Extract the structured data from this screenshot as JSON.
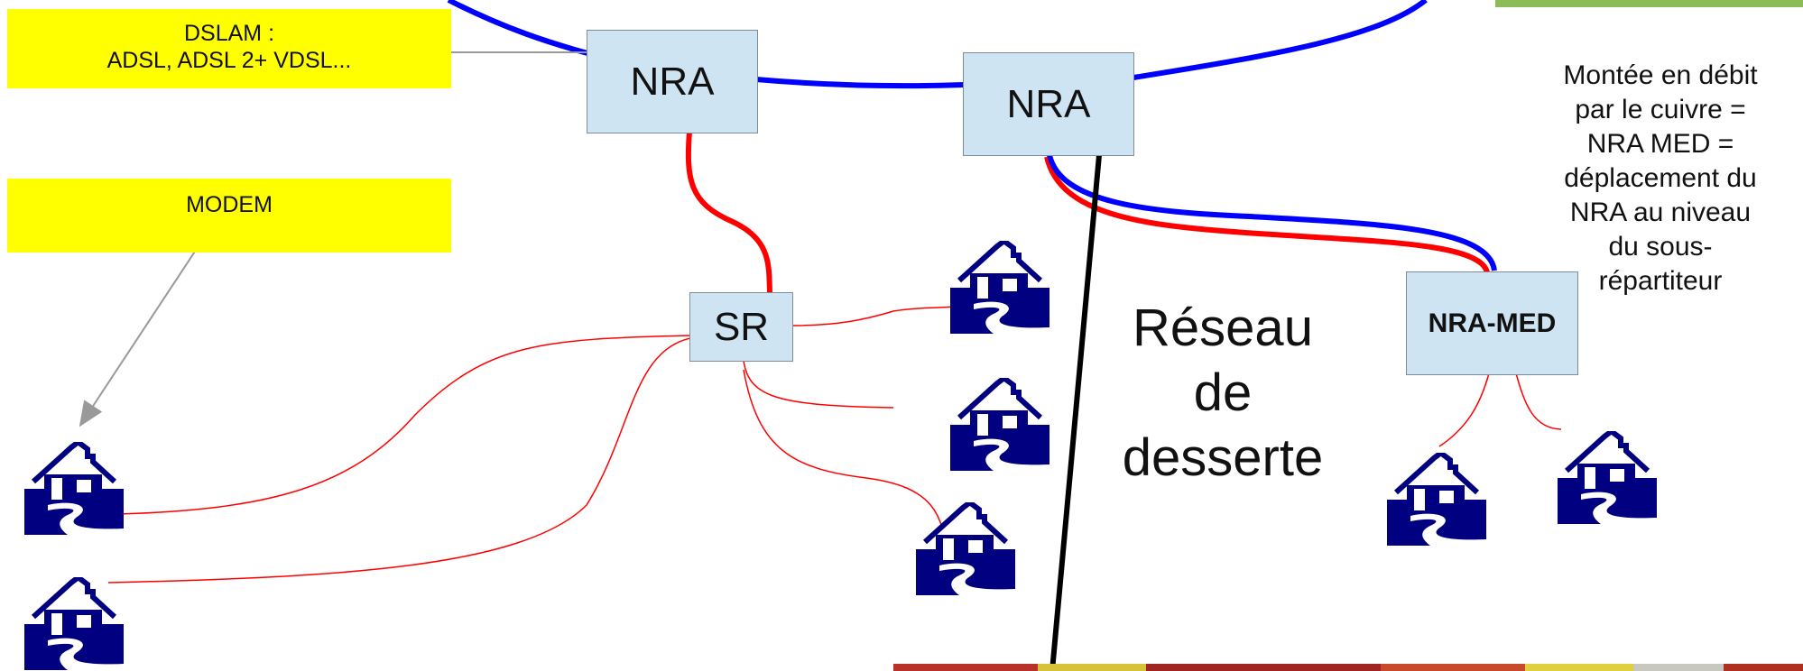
{
  "callouts": {
    "dslam_line1": "DSLAM  :",
    "dslam_line2": "ADSL, ADSL 2+ VDSL...",
    "modem": "MODEM"
  },
  "nodes": {
    "nra_left": "NRA",
    "nra_center": "NRA",
    "sr": "SR",
    "nra_med": "NRA-MED"
  },
  "labels": {
    "reseau_line1": "Réseau",
    "reseau_line2": "de",
    "reseau_line3": "desserte",
    "montee": [
      "Montée en débit",
      "par le cuivre =",
      "NRA MED =",
      "déplacement du",
      "NRA au niveau",
      "du sous-",
      "répartiteur"
    ]
  },
  "colors": {
    "fiber": "#0000ff",
    "copper": "#ff0000",
    "callout_bg": "#ffff00",
    "node_bg": "#cfe4f3",
    "house": "#000080",
    "accent_green": "#8cbc55"
  },
  "icons": [
    "house-icon"
  ]
}
